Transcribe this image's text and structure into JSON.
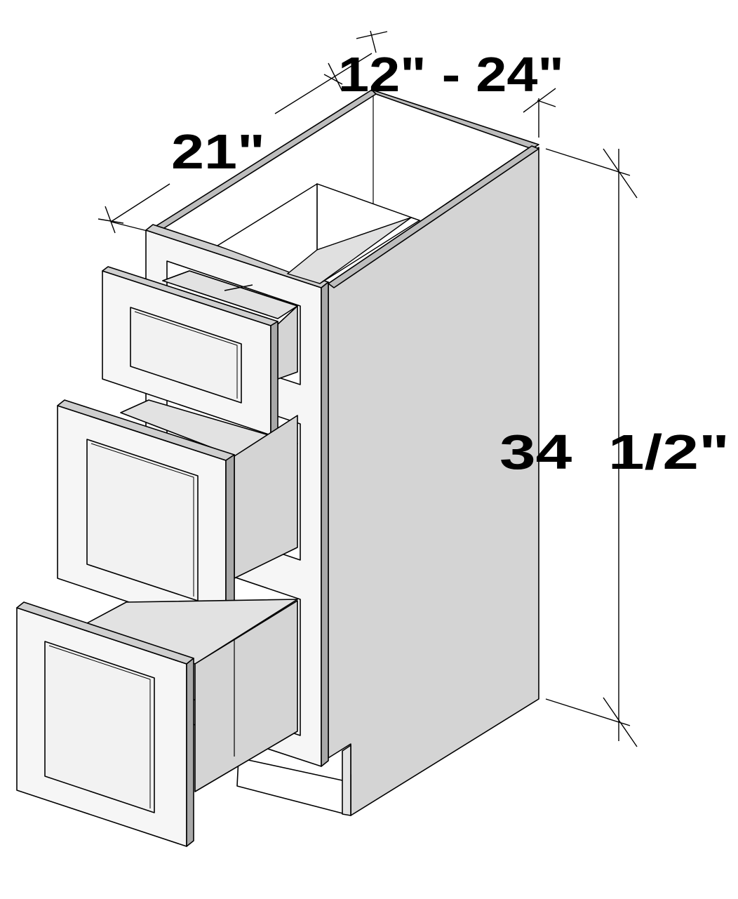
{
  "dimensions": {
    "width_range": "12\" - 24\"",
    "depth": "21\"",
    "height": "34  1/2\""
  },
  "colors": {
    "side_panel": "#d4d4d4",
    "drawer_box": "#d4d4d4",
    "face_frame": "#f6f6f6",
    "edge_shade": "#a8a8a8",
    "outline": "#000000"
  }
}
